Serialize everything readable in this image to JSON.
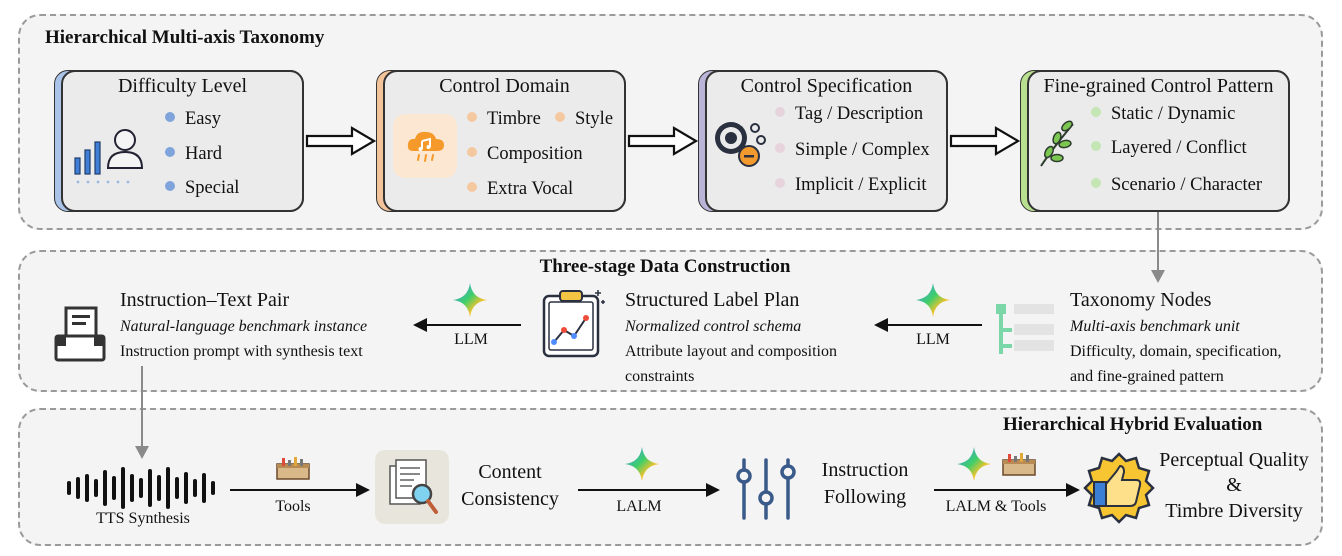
{
  "taxonomy": {
    "title": "Hierarchical Multi-axis Taxonomy",
    "cards": [
      {
        "title": "Difficulty Level",
        "items": [
          "Easy",
          "Hard",
          "Special"
        ],
        "accent": "#a9c4e8",
        "dot": "#7fa4dc"
      },
      {
        "title": "Control Domain",
        "items": [
          "Timbre",
          "Style",
          "Composition",
          "Extra Vocal"
        ],
        "accent": "#f3c49a",
        "dot": "#f5c9a0"
      },
      {
        "title": "Control Specification",
        "items": [
          "Tag / Description",
          "Simple / Complex",
          "Implicit / Explicit"
        ],
        "accent": "#b9b4d8",
        "dot": "#e6d3dc"
      },
      {
        "title": "Fine-grained Control Pattern",
        "items": [
          "Static / Dynamic",
          "Layered / Conflict",
          "Scenario / Character"
        ],
        "accent": "#b8e08f",
        "dot": "#c4e6b4"
      }
    ]
  },
  "construction": {
    "title": "Three-stage Data Construction",
    "pair": {
      "title": "Instruction–Text Pair",
      "subtitle": "Natural-language benchmark instance",
      "desc": "Instruction prompt with synthesis text"
    },
    "plan": {
      "title": "Structured Label Plan",
      "subtitle": "Normalized control schema",
      "desc1": "Attribute layout and composition",
      "desc2": "constraints"
    },
    "nodes": {
      "title": "Taxonomy Nodes",
      "subtitle": "Multi-axis benchmark unit",
      "desc1": "Difficulty, domain, specification,",
      "desc2": "and fine-grained pattern"
    },
    "llm1": "LLM",
    "llm2": "LLM"
  },
  "evaluation": {
    "title": "Hierarchical Hybrid Evaluation",
    "tts": "TTS Synthesis",
    "tools": "Tools",
    "content1": "Content",
    "content2": "Consistency",
    "lalm": "LALM",
    "follow1": "Instruction",
    "follow2": "Following",
    "lalm_tools": "LALM & Tools",
    "quality1": "Perceptual Quality",
    "quality2": "&",
    "quality3": "Timbre Diversity"
  }
}
